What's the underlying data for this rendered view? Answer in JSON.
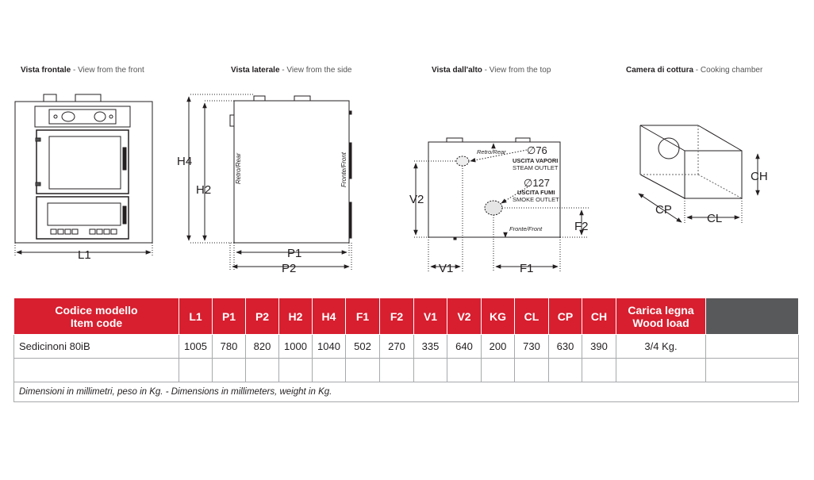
{
  "views": [
    {
      "it": "Vista frontale",
      "en": "View from the front"
    },
    {
      "it": "Vista laterale",
      "en": "View from the side"
    },
    {
      "it": "Vista dall'alto",
      "en": "View from the top"
    },
    {
      "it": "Camera di cottura",
      "en": "Cooking chamber"
    }
  ],
  "title_separator": " - ",
  "labels": {
    "front_L1": "L1",
    "side_H4": "H4",
    "side_H2": "H2",
    "side_P1": "P1",
    "side_P2": "P2",
    "side_rear": "Retro/Rear",
    "side_front": "Fronte/Front",
    "top_rear": "Retro/Rear",
    "top_front": "Fronte/Front",
    "top_d76": "∅76",
    "top_steam_it": "USCITA VAPORI",
    "top_steam_en": "STEAM OUTLET",
    "top_d127": "∅127",
    "top_smoke_it": "USCITA FUMI",
    "top_smoke_en": "SMOKE OUTLET",
    "top_V2": "V2",
    "top_V1": "V1",
    "top_F1": "F1",
    "top_F2": "F2",
    "cc_CH": "CH",
    "cc_CP": "CP",
    "cc_CL": "CL"
  },
  "table": {
    "headers": [
      {
        "line1": "Codice modello",
        "line2": "Item  code"
      },
      {
        "line1": "L1"
      },
      {
        "line1": "P1"
      },
      {
        "line1": "P2"
      },
      {
        "line1": "H2"
      },
      {
        "line1": "H4"
      },
      {
        "line1": "F1"
      },
      {
        "line1": "F2"
      },
      {
        "line1": "V1"
      },
      {
        "line1": "V2"
      },
      {
        "line1": "KG"
      },
      {
        "line1": "CL"
      },
      {
        "line1": "CP"
      },
      {
        "line1": "CH"
      },
      {
        "line1": "Carica legna",
        "line2": "Wood load"
      },
      {
        "line1": ""
      }
    ],
    "rows": [
      [
        "Sedicinoni 80iB",
        "1005",
        "780",
        "820",
        "1000",
        "1040",
        "502",
        "270",
        "335",
        "640",
        "200",
        "730",
        "630",
        "390",
        "3/4 Kg.",
        ""
      ],
      [
        "",
        "",
        "",
        "",
        "",
        "",
        "",
        "",
        "",
        "",
        "",
        "",
        "",
        "",
        "",
        ""
      ]
    ],
    "note": "Dimensioni in millimetri, peso in Kg.    - Dimensions in millimeters, weight in Kg."
  },
  "colors": {
    "header_red": "#d71f2f",
    "header_dark": "#58595b",
    "line": "#231f20"
  }
}
